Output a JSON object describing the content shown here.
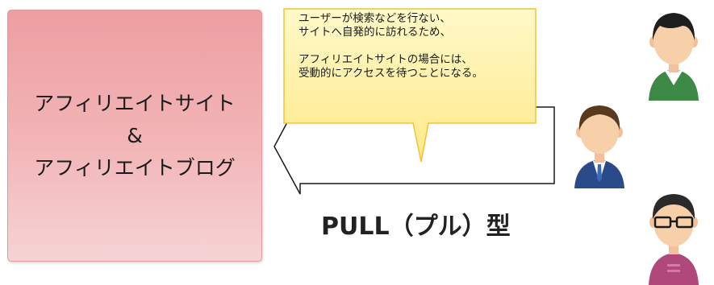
{
  "site_box": {
    "line1": "アフィリエイトサイト",
    "line2": "&",
    "line3": "アフィリエイトブログ"
  },
  "callout": {
    "line1": "ユーザーが検索などを行ない、",
    "line2": "サイトへ自発的に訪れるため、",
    "line3": "アフィリエイトサイトの場合には、",
    "line4": "受動的にアクセスを待つことになる。"
  },
  "pull_label": "PULL（プル）型",
  "people": [
    {
      "name": "green-shirt-user",
      "icon": "person-icon",
      "shirt_color": "#3c8a45"
    },
    {
      "name": "suit-user",
      "icon": "person-icon",
      "shirt_color": "#2a4a8a"
    },
    {
      "name": "glasses-user",
      "icon": "person-icon",
      "shirt_color": "#b0487a"
    }
  ]
}
